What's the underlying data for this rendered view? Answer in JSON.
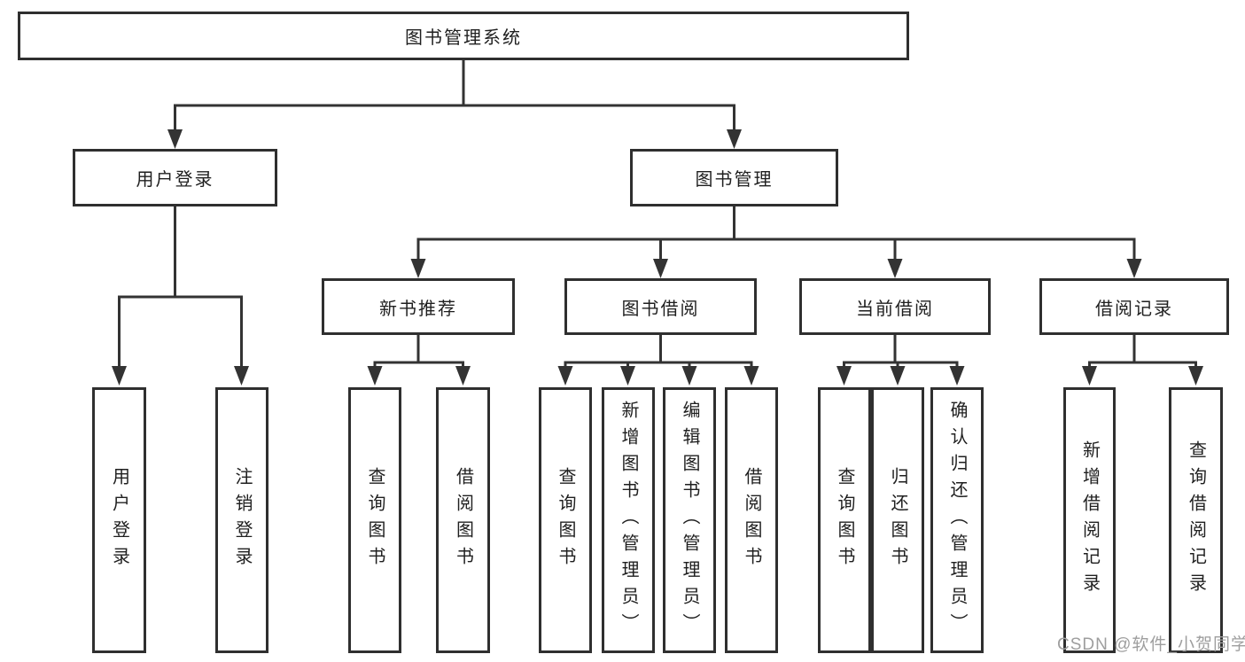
{
  "diagram": {
    "root": {
      "label": "图书管理系统"
    },
    "branches": [
      {
        "label": "用户登录",
        "children": [
          {
            "label": "用户登录"
          },
          {
            "label": "注销登录"
          }
        ]
      },
      {
        "label": "图书管理",
        "children": [
          {
            "label": "新书推荐",
            "children": [
              {
                "label": "查询图书"
              },
              {
                "label": "借阅图书"
              }
            ]
          },
          {
            "label": "图书借阅",
            "children": [
              {
                "label": "查询图书"
              },
              {
                "label": "新增图书（管理员）"
              },
              {
                "label": "编辑图书（管理员）"
              },
              {
                "label": "借阅图书"
              }
            ]
          },
          {
            "label": "当前借阅",
            "children": [
              {
                "label": "查询图书"
              },
              {
                "label": "归还图书"
              },
              {
                "label": "确认归还（管理员）"
              }
            ]
          },
          {
            "label": "借阅记录",
            "children": [
              {
                "label": "新增借阅记录"
              },
              {
                "label": "查询借阅记录"
              }
            ]
          }
        ]
      }
    ]
  },
  "watermark": "CSDN @软件_小贺同学",
  "colors": {
    "line": "#333333",
    "box_border": "#2f2f2f",
    "text": "#1f1f1f",
    "watermark": "#9e9e9e",
    "background": "#ffffff"
  }
}
